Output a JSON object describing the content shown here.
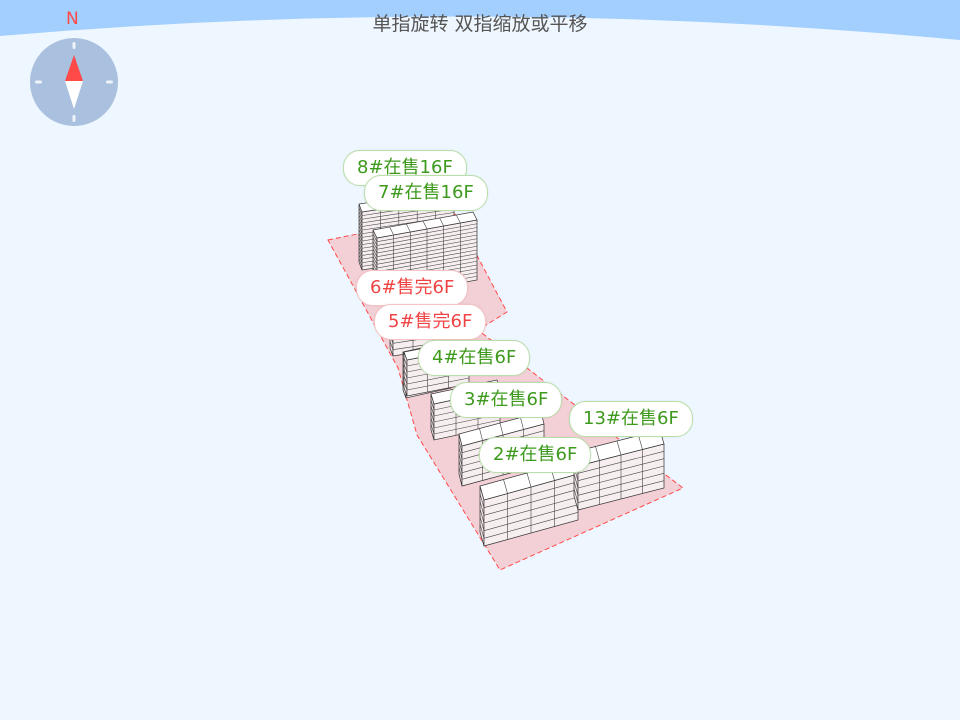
{
  "hint": "单指旋转 双指缩放或平移",
  "compass": {
    "north_label": "N",
    "icon": "compass-icon"
  },
  "colors": {
    "sale": "#3d9a1c",
    "sold": "#f04444",
    "site": "#f2d0d6",
    "site_border": "#ff4a48",
    "sky": "#a3cfff"
  },
  "buildings": [
    {
      "label": "8#在售16F",
      "status": "sale"
    },
    {
      "label": "7#在售16F",
      "status": "sale"
    },
    {
      "label": "6#售完6F",
      "status": "sold"
    },
    {
      "label": "5#售完6F",
      "status": "sold"
    },
    {
      "label": "4#在售6F",
      "status": "sale"
    },
    {
      "label": "3#在售6F",
      "status": "sale"
    },
    {
      "label": "13#在售6F",
      "status": "sale"
    },
    {
      "label": "2#在售6F",
      "status": "sale"
    }
  ]
}
